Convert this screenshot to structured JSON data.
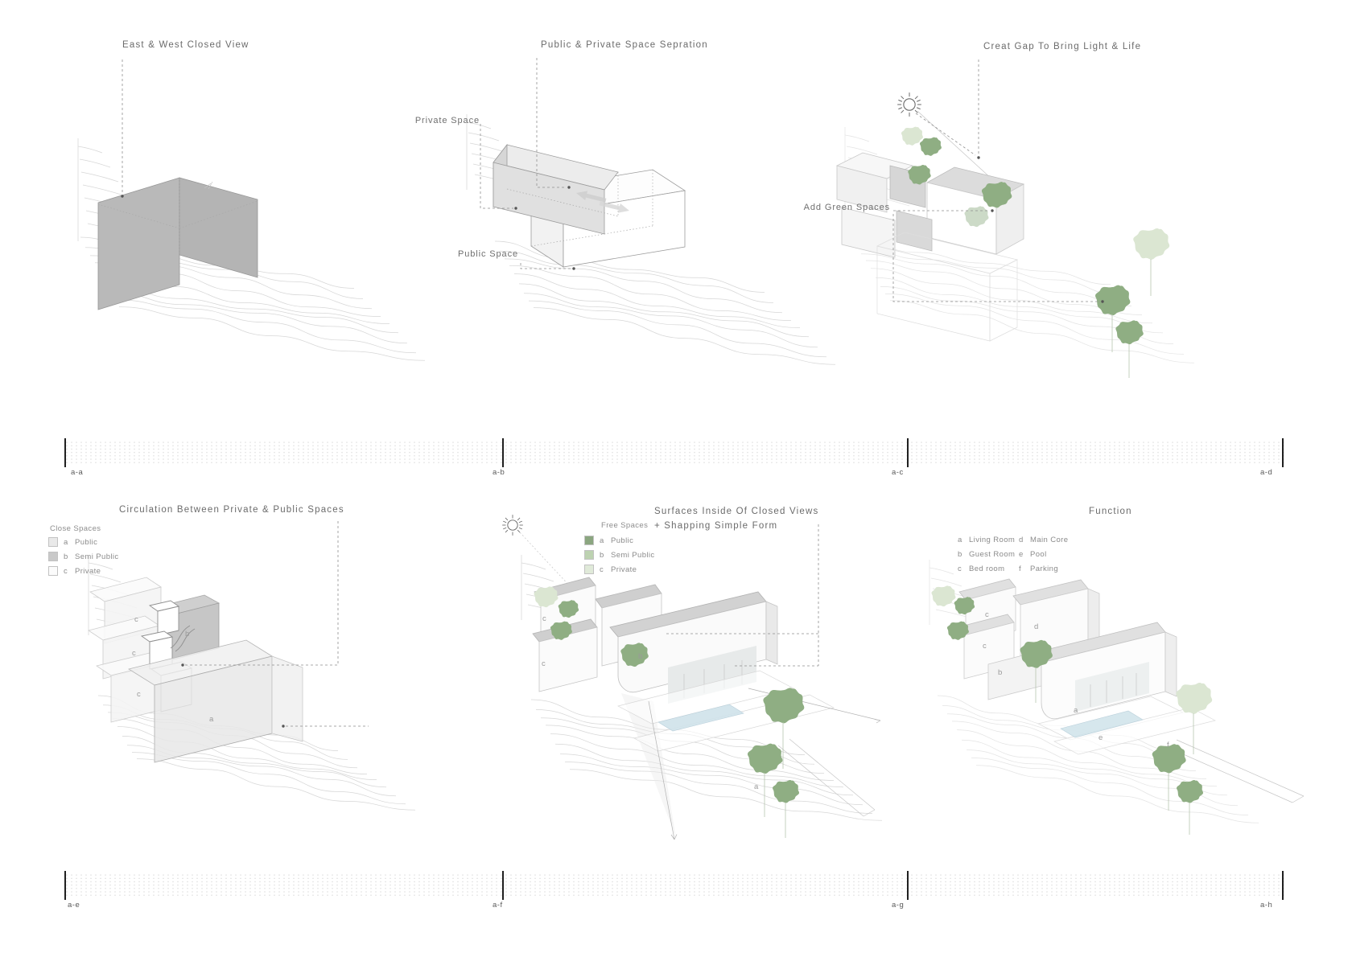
{
  "colors": {
    "background": "#ffffff",
    "wall_gray": "#b9b9b9",
    "box_light": "#f3f3f3",
    "box_mid": "#dedede",
    "box_dark": "#c9c9c9",
    "contour_line": "#d7d7d7",
    "tree_green_dark": "#8fae83",
    "tree_green_light": "#dbe6d2",
    "pool_blue": "#cfe2ea",
    "legend_green_public": "#8ba680",
    "legend_green_semi": "#bdd2b1",
    "legend_green_private": "#e0ead9",
    "text_gray": "#6b6b6b"
  },
  "panels": {
    "p1": {
      "title": "East & West Closed View"
    },
    "p2": {
      "title": "Public & Private Space Sepration",
      "label_private": "Private Space",
      "label_public": "Public Space"
    },
    "p3": {
      "title": "Creat Gap To Bring Light & Life",
      "label_green": "Add Green Spaces"
    },
    "p4": {
      "title": "Circulation Between Private & Public Spaces",
      "legend_header": "Close Spaces",
      "legend": [
        {
          "key": "a",
          "label": "Public"
        },
        {
          "key": "b",
          "label": "Semi Public"
        },
        {
          "key": "c",
          "label": "Private"
        }
      ]
    },
    "p5": {
      "title_line1": "Surfaces Inside Of Closed Views",
      "title_line2": "+ Shapping Simple Form",
      "legend_header": "Free Spaces",
      "legend": [
        {
          "key": "a",
          "label": "Public"
        },
        {
          "key": "b",
          "label": "Semi Public"
        },
        {
          "key": "c",
          "label": "Private"
        }
      ]
    },
    "p6": {
      "title": "Function",
      "legend_col1": [
        {
          "key": "a",
          "label": "Living Room"
        },
        {
          "key": "b",
          "label": "Guest Room"
        },
        {
          "key": "c",
          "label": "Bed room"
        }
      ],
      "legend_col2": [
        {
          "key": "d",
          "label": "Main Core"
        },
        {
          "key": "e",
          "label": "Pool"
        },
        {
          "key": "f",
          "label": "Parking"
        }
      ]
    }
  },
  "scalebars": {
    "top": [
      "a-a",
      "a-b",
      "a-c",
      "a-d"
    ],
    "bottom": [
      "a-e",
      "a-f",
      "a-g",
      "a-h"
    ]
  },
  "glyphs": {
    "a": "a",
    "b": "b",
    "c": "c",
    "d": "d",
    "e": "e",
    "f": "f"
  }
}
